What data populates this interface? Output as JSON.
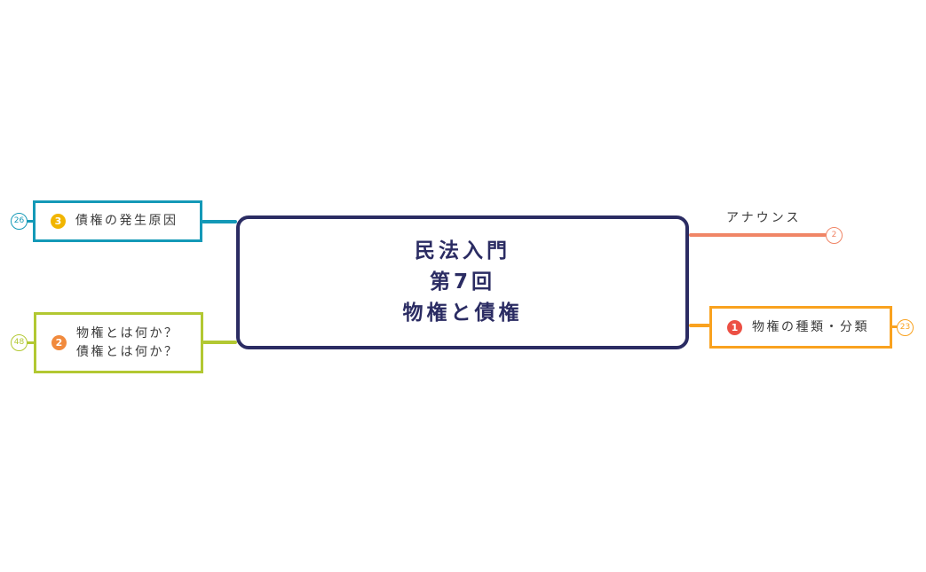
{
  "colors": {
    "navy": "#2b2c63",
    "teal": "#1499b7",
    "lime": "#b2c832",
    "orange": "#f9a21f",
    "salmon": "#f08566",
    "badge_gold": "#f1b500",
    "badge_orange": "#f18a3d",
    "badge_red": "#ec5044",
    "text_dark": "#3a3a3a"
  },
  "root": {
    "lines": [
      "民法入門",
      "第7回",
      "物権と債権"
    ]
  },
  "branches": {
    "announce": {
      "label": "アナウンス",
      "counter": "2"
    },
    "types": {
      "label": "物権の種類・分類",
      "badge": "1",
      "counter": "23"
    },
    "origins": {
      "label": "債権の発生原因",
      "badge": "3",
      "counter": "26"
    },
    "whatis": {
      "line1": "物権とは何か？",
      "line2": "債権とは何か？",
      "badge": "2",
      "counter": "48"
    }
  }
}
